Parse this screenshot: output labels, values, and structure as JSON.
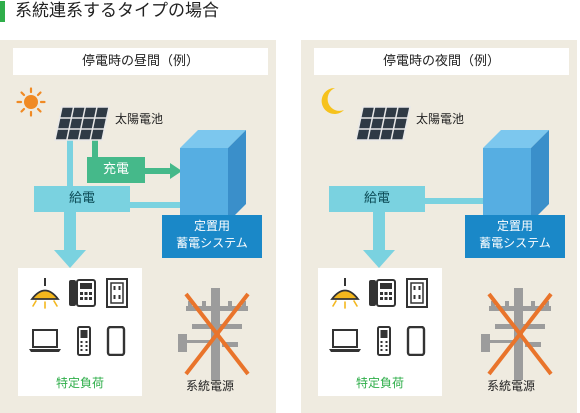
{
  "heading": "系統連系するタイプの場合",
  "colors": {
    "accent_green": "#2fae4a",
    "flow_blue": "#7ad2e0",
    "charge_green": "#45b98a",
    "storage_blue": "#1a88c8",
    "cross_orange": "#e9742b",
    "panel_bg": "#efebe0"
  },
  "panels": [
    {
      "title": "停電時の昼間（例）",
      "sky_icon": "sun-icon",
      "solar_label": "太陽電池",
      "charge_label": "充電",
      "supply_label": "給電",
      "storage_label_line1": "定置用",
      "storage_label_line2": "蓄電システム",
      "loads_label": "特定負荷",
      "grid_label": "系統電源"
    },
    {
      "title": "停電時の夜間（例）",
      "sky_icon": "moon-icon",
      "solar_label": "太陽電池",
      "supply_label": "給電",
      "storage_label_line1": "定置用",
      "storage_label_line2": "蓄電システム",
      "loads_label": "特定負荷",
      "grid_label": "系統電源"
    }
  ],
  "load_icons": [
    "ceiling-lamp-icon",
    "telephone-icon",
    "wall-outlet-icon",
    "laptop-icon",
    "mobile-phone-icon",
    "smartphone-icon"
  ],
  "grid_icons": [
    "utility-pole-icon",
    "cross-out-icon"
  ]
}
